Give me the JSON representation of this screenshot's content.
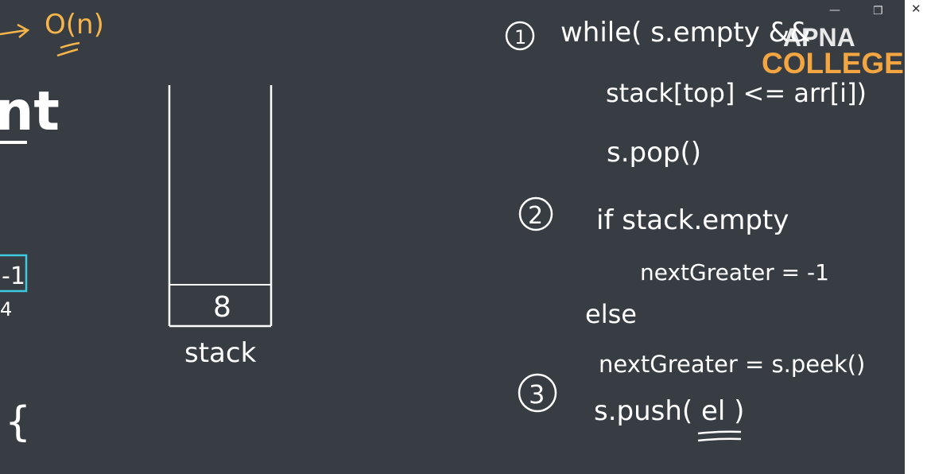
{
  "complexity_note": "O(n)",
  "heading_fragment": "nt",
  "array_cell": "-1",
  "array_index": "4",
  "brace": "{",
  "stack": {
    "top_value": "8",
    "label": "stack"
  },
  "watermark": {
    "line1": "APNA",
    "line2": "COLLEGE"
  },
  "steps": [
    {
      "marker": "1",
      "lines": [
        "while( s.empty &&",
        "stack[top] <= arr[i])",
        "s.pop()"
      ]
    },
    {
      "marker": "2",
      "lines": [
        "if stack.empty",
        "nextGreater = -1",
        "else",
        "nextGreater = s.peek()"
      ]
    },
    {
      "marker": "3",
      "lines": [
        "s.push( el )"
      ]
    }
  ],
  "window_controls": {
    "minimize": "—",
    "restore": "❐",
    "close": "✕"
  },
  "colors": {
    "board": "#383d44",
    "ink": "#ffffff",
    "highlight_orange": "#f6b54a",
    "array_outline": "#3ec9de"
  }
}
